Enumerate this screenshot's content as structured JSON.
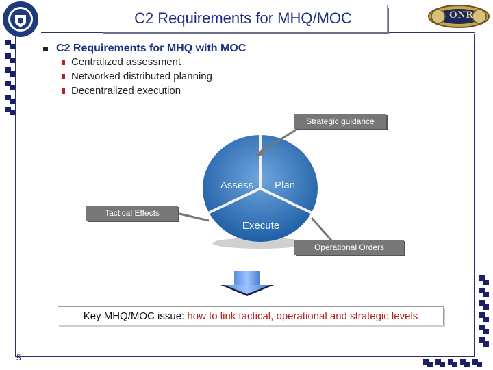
{
  "title": "C2 Requirements for MHQ/MOC",
  "main_bullet": "C2 Requirements for MHQ with MOC",
  "sub_bullets": [
    "Centralized assessment",
    "Networked distributed planning",
    "Decentralized execution"
  ],
  "cycle": {
    "assess": "Assess",
    "plan": "Plan",
    "execute": "Execute"
  },
  "labels": {
    "strategic": "Strategic guidance",
    "tactical": "Tactical Effects",
    "operational": "Operational Orders"
  },
  "key_issue": {
    "prefix": "Key MHQ/MOC issue: ",
    "highlight": "how to link tactical, operational and strategic levels"
  },
  "logo_right_text": "ONR",
  "page_number": "5",
  "colors": {
    "title": "#1f2f80",
    "accent_red": "#b8201a",
    "cycle_blue": "#2f6fb5",
    "frame": "#2a2f6e"
  }
}
